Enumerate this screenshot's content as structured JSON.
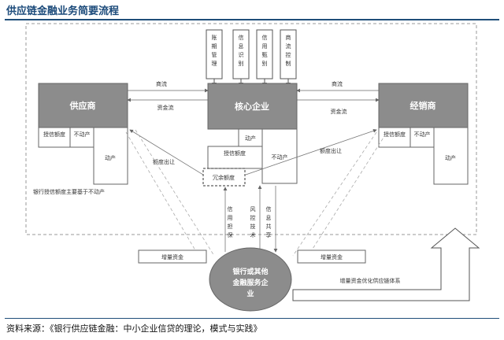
{
  "title": "供应链金融业务简要流程",
  "source": "资料来源：《银行供应链金融：中小企业信贷的理论，模式与实践》",
  "nodes": {
    "supplier": "供应商",
    "core": "核心企业",
    "distributor": "经销商",
    "bank": "银行或其他金融服务企业"
  },
  "tags": [
    "账期管理",
    "信息识别",
    "信用甄别",
    "商流控制"
  ],
  "cells": {
    "supplier_credit": "授信额度",
    "supplier_immovable": "不动产",
    "supplier_movable": "动产",
    "core_movable": "动产",
    "core_credit": "授信额度",
    "core_immovable": "不动产",
    "core_remaining": "冗余额度",
    "dist_credit": "授信额度",
    "dist_immovable": "不动产",
    "dist_movable": "动产"
  },
  "edges": {
    "commerce_left": "商流",
    "funds_left": "资金流",
    "commerce_right": "商流",
    "funds_right": "资金流",
    "quota_out_left": "额度出让",
    "quota_out_right": "额度出让",
    "credit_guarantee": "信用担保",
    "risk_tech": "风控技术",
    "info_share": "信息共享",
    "incremental_left": "增量资金",
    "incremental_right": "增量资金",
    "optimize": "增量资金优化供应链体系"
  },
  "note": "银行授信额度主要基于不动产"
}
